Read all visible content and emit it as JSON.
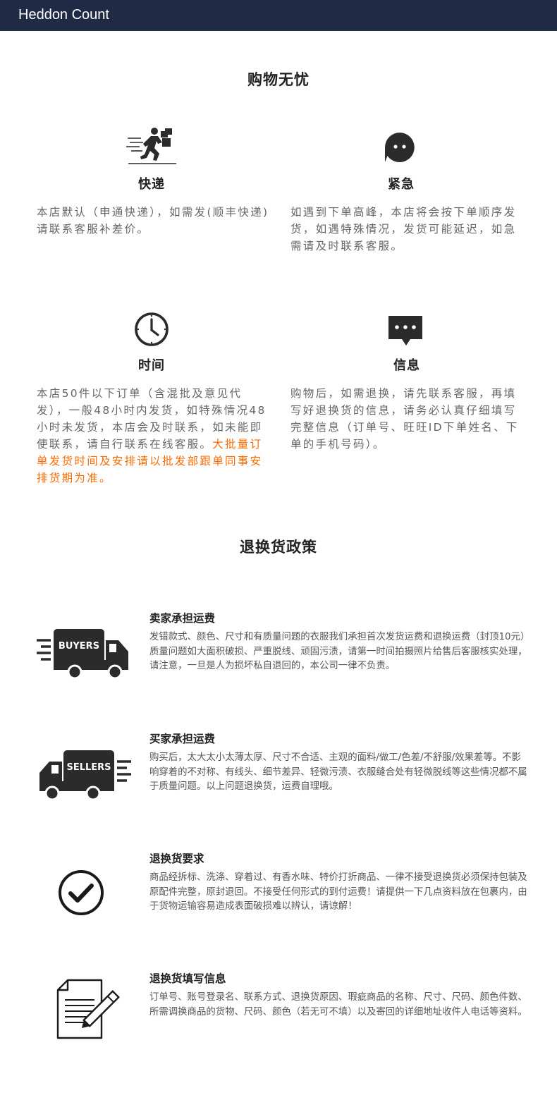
{
  "header": {
    "brand": "Heddon Count"
  },
  "section1": {
    "title": "购物无忧",
    "features": [
      {
        "icon": "delivery-man-icon",
        "title": "快递",
        "desc": "本店默认（申通快递），如需发(顺丰快递)请联系客服补差价。",
        "highlight": ""
      },
      {
        "icon": "urgent-chat-icon",
        "title": "紧急",
        "desc": "如遇到下单高峰，本店将会按下单顺序发货，如遇特殊情况，发货可能延迟，如急需请及时联系客服。",
        "highlight": ""
      },
      {
        "icon": "clock-icon",
        "title": "时间",
        "desc": "本店50件以下订单（含混批及意见代发），一般48小时内发货，如特殊情况48小时未发货，本店会及时联系，如未能即使联系，请自行联系在线客服。",
        "highlight": "大批量订单发货时间及安排请以批发部跟单同事安排货期为准。"
      },
      {
        "icon": "message-icon",
        "title": "信息",
        "desc": "购物后，如需退换，请先联系客服，再填写好退换货的信息，请务必认真仔细填写完整信息（订单号、旺旺ID下单姓名、下单的手机号码）。",
        "highlight": ""
      }
    ]
  },
  "section2": {
    "title": "退换货政策",
    "policies": [
      {
        "icon": "buyers-truck-icon",
        "icon_label": "BUYERS",
        "title": "卖家承担运费",
        "desc": "发错款式、颜色、尺寸和有质量问题的衣服我们承担首次发货运费和退换运费（封顶10元）质量问题如大面积破损、严重脱线、顽固污渍，请第一时间拍摄照片给售后客服核实处理，请注意，一旦是人为损坏私自退回的，本公司一律不负责。"
      },
      {
        "icon": "sellers-truck-icon",
        "icon_label": "SELLERS",
        "title": "买家承担运费",
        "desc": "购买后，太大太小太薄太厚、尺寸不合适、主观的面料/做工/色差/不舒服/效果差等。不影响穿着的不对称、有线头、细节差异、轻微污渍、衣服缝合处有轻微脱线等这些情况都不属于质量问题。以上问题退换货，运费自理哦。"
      },
      {
        "icon": "check-circle-icon",
        "icon_label": "",
        "title": "退换货要求",
        "desc": "商品经拆标、洗涤、穿着过、有香水味、特价打折商品、一律不接受退换货必须保持包装及原配件完整，原封退回。不接受任何形式的到付运费！请提供一下几点资料放在包裹内，由于货物运输容易造成表面破损难以辨认，请谅解！"
      },
      {
        "icon": "document-pen-icon",
        "icon_label": "",
        "title": "退换货填写信息",
        "desc": "订单号、账号登录名、联系方式、退换货原因、瑕疵商品的名称、尺寸、尺码、颜色件数、所需调换商品的货物、尺码、颜色（若无可不填）以及寄回的详细地址收件人电话等资料。"
      }
    ]
  },
  "colors": {
    "header_bg": "#1f2a44",
    "highlight": "#ff6a00",
    "icon": "#2b2b2b"
  }
}
